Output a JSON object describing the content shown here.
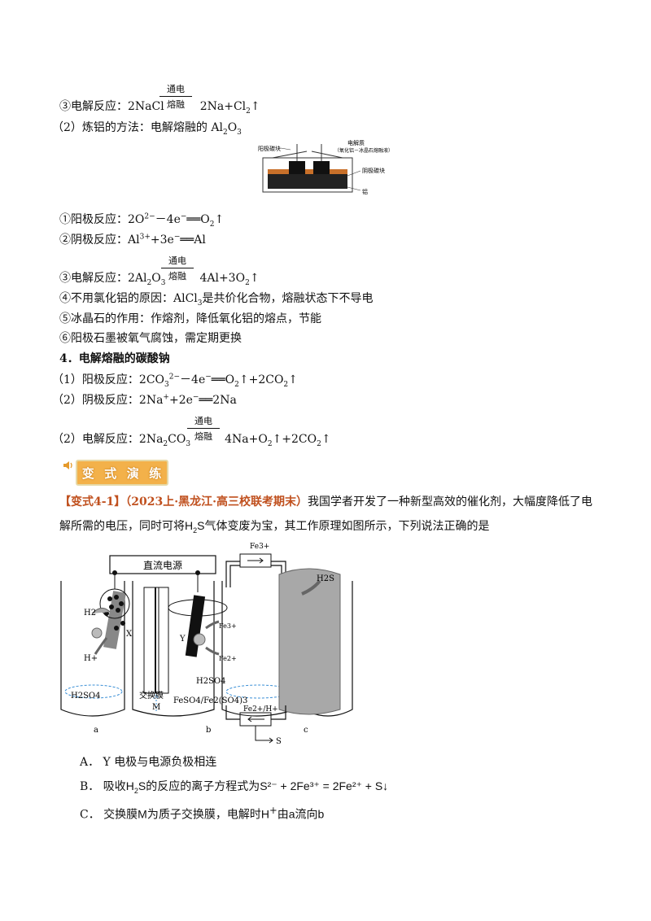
{
  "lines": {
    "l1": {
      "prefix": "③电解反应：2NaCl",
      "suffix": "2Na+Cl",
      "sub1": "2",
      "arrow": "↑",
      "cond_top": "通电",
      "cond_bot": "熔融"
    },
    "l2": {
      "text": "（2）炼铝的方法：电解熔融的 Al",
      "sub1": "2",
      "mid": "O",
      "sub2": "3"
    },
    "l3": {
      "pre": "①阳极反应：2O",
      "sup1": "2−",
      "post": "－4e",
      "sup2": "−",
      "eq": "══O",
      "sub1": "2",
      "arrow": "↑"
    },
    "l4": {
      "pre": "②阴极反应：Al",
      "sup1": "3+",
      "mid": "+3e",
      "sup2": "−",
      "post": "══Al"
    },
    "l5": {
      "pre": "③电解反应：2Al",
      "sub1": "2",
      "mid": "O",
      "sub2": "3",
      "post": "4Al+3O",
      "sub3": "2",
      "arrow": "↑",
      "cond_top": "通电",
      "cond_bot": "熔融"
    },
    "l6": {
      "pre": "④不用氯化铝的原因：AlCl",
      "sub1": "3",
      "post": "是共价化合物，熔融状态下不导电"
    },
    "l7": {
      "text": "⑤冰晶石的作用：作熔剂，降低氧化铝的熔点，节能"
    },
    "l8": {
      "text": "⑥阳极石墨被氧气腐蚀，需定期更换"
    },
    "h4": {
      "text": "4．电解熔融的碳酸钠"
    },
    "l9": {
      "pre": "（1）阳极反应：2CO",
      "sub1": "3",
      "sup1": "2−",
      "mid": "－4e",
      "sup2": "−",
      "post": "══O",
      "sub2": "2",
      "post2": "↑+2CO",
      "sub3": "2",
      "arrow": "↑"
    },
    "l10": {
      "pre": "（2）阴极反应：2Na",
      "sup1": "+",
      "mid": "+2e",
      "sup2": "−",
      "post": "══2Na"
    },
    "l11": {
      "pre": "（2）电解反应：2Na",
      "sub1": "2",
      "mid": "CO",
      "sub2": "3",
      "post": "4Na+O",
      "sub3": "2",
      "post2": "↑+2CO",
      "sub4": "2",
      "arrow": "↑",
      "cond_top": "通电",
      "cond_bot": "熔融"
    }
  },
  "banner": {
    "c1": "变",
    "c2": "式",
    "c3": "演",
    "c4": "练"
  },
  "question": {
    "tag": "【变式4-1】",
    "source": "（2023上·黑龙江·高三校联考期末）",
    "text1": "我国学者开发了一种新型高效的催化剂，大幅度降低了电",
    "text2a": "解所需的电压，同时可将",
    "h2s": "H",
    "h2s_sub": "2",
    "h2s_s": "S",
    "text2b": "气体变废为宝，其工作原理如图所示，下列说法正确的是"
  },
  "small_figure": {
    "anode_label": "阳极碳块",
    "electrolyte_label": "电解质",
    "electrolyte_detail": "（氧化铝－冰晶石熔融液）",
    "cathode_label": "阴极碳块",
    "al_label": "铝"
  },
  "big_figure": {
    "power": "直流电源",
    "fe3_top": "Fe3+",
    "h2s": "H2S",
    "h2": "H2",
    "x": "X",
    "y": "Y",
    "hplus": "H+",
    "fe3_right": "Fe3+",
    "fe2_right": "Fe2+",
    "h2so4_a": "H2SO4",
    "h2so4_b": "H2SO4",
    "membrane": "交换膜",
    "m": "M",
    "feso4": "FeSO4/Fe2(SO4)3",
    "fe2h": "Fe2+/H+",
    "s": "S",
    "a": "a",
    "b": "b",
    "c": "c"
  },
  "options": {
    "A": "A． Y 电极与电源负极相连",
    "B_pre": "B． 吸收",
    "B_mid": "的反应的离子方程式为",
    "B_eq": "S²⁻ + 2Fe³⁺ = 2Fe²⁺ + S↓",
    "C_pre": "C． 交换膜",
    "C_m": "M",
    "C_mid": "为质子交换膜，电解时",
    "C_h": "H",
    "C_sup": "+",
    "C_post": "由",
    "C_a": "a",
    "C_flow": "流向",
    "C_b": "b"
  }
}
